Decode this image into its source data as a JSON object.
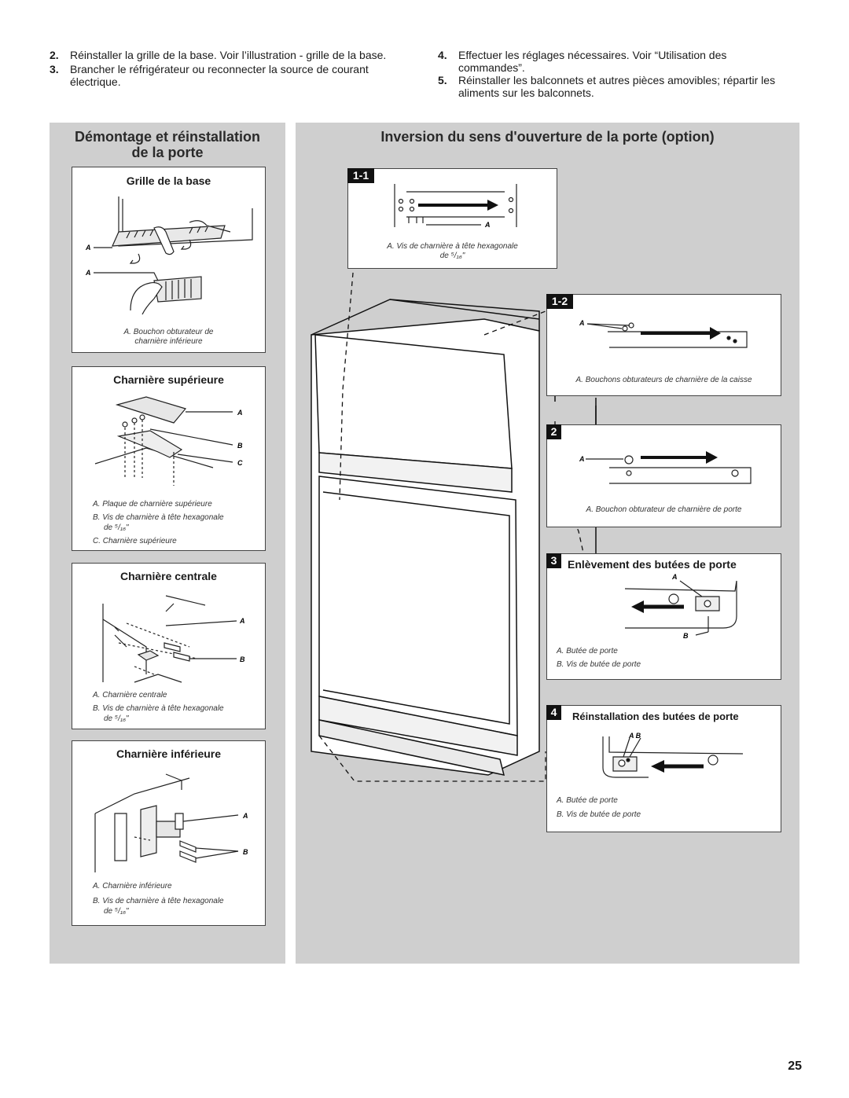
{
  "instructions_left": [
    {
      "num": "2.",
      "text": "Réinstaller la grille de la base. Voir l’illustration - grille de la base."
    },
    {
      "num": "3.",
      "text": "Brancher le réfrigérateur ou reconnecter la source de courant",
      "text2": "électrique."
    }
  ],
  "instructions_right": [
    {
      "num": "4.",
      "text": "Effectuer les réglages nécessaires. Voir “Utilisation des",
      "text2": "commandes”."
    },
    {
      "num": "5.",
      "text": "Réinstaller les balconnets et autres pièces amovibles; répartir les",
      "text2": "aliments sur les balconnets."
    }
  ],
  "left_panel": {
    "title_line1": "Démontage et réinstallation",
    "title_line2": "de la porte",
    "grille": {
      "title": "Grille de la base",
      "label_a": "A",
      "caption1": "A. Bouchon obturateur de",
      "caption2": "charnière inférieure"
    },
    "superieure": {
      "title": "Charnière supérieure",
      "labels": [
        "A",
        "B",
        "C"
      ],
      "caption_a": "A. Plaque de charnière supérieure",
      "caption_b1": "B. Vis de charnière à tête hexagonale",
      "caption_b2": "de ⁵/₁₆\"",
      "caption_c": "C. Charnière supérieure"
    },
    "centrale": {
      "title": "Charnière centrale",
      "labels": [
        "A",
        "B"
      ],
      "caption_a": "A. Charnière centrale",
      "caption_b1": "B. Vis de charnière à tête hexagonale",
      "caption_b2": "de ⁵/₁₆\""
    },
    "inferieure": {
      "title": "Charnière inférieure",
      "labels": [
        "A",
        "B"
      ],
      "caption_a": "A. Charnière inférieure",
      "caption_b1": "B. Vis de charnière à tête hexagonale",
      "caption_b2": "de ⁵/₁₆\""
    }
  },
  "right_panel": {
    "title": "Inversion du sens d'ouverture de la porte (option)",
    "step_1_1": {
      "badge": "1-1",
      "label_a": "A",
      "caption1": "A. Vis de charnière à tête hexagonale",
      "caption2": "de ⁵/₁₆\""
    },
    "step_1_2": {
      "badge": "1-2",
      "label_a": "A",
      "caption": "A. Bouchons obturateurs de charnière de la caisse"
    },
    "step_2": {
      "badge": "2",
      "label_a": "A",
      "caption": "A. Bouchon obturateur de charnière de porte"
    },
    "step_3": {
      "badge": "3",
      "title": "Enlèvement des butées de porte",
      "label_a": "A",
      "label_b": "B",
      "caption_a": "A. Butée de porte",
      "caption_b": "B. Vis de butée de porte"
    },
    "step_4": {
      "badge": "4",
      "title": "Réinstallation des butées de porte",
      "labels": "A B",
      "caption_a": "A. Butée de porte",
      "caption_b": "B. Vis de butée de porte"
    }
  },
  "page_number": "25"
}
